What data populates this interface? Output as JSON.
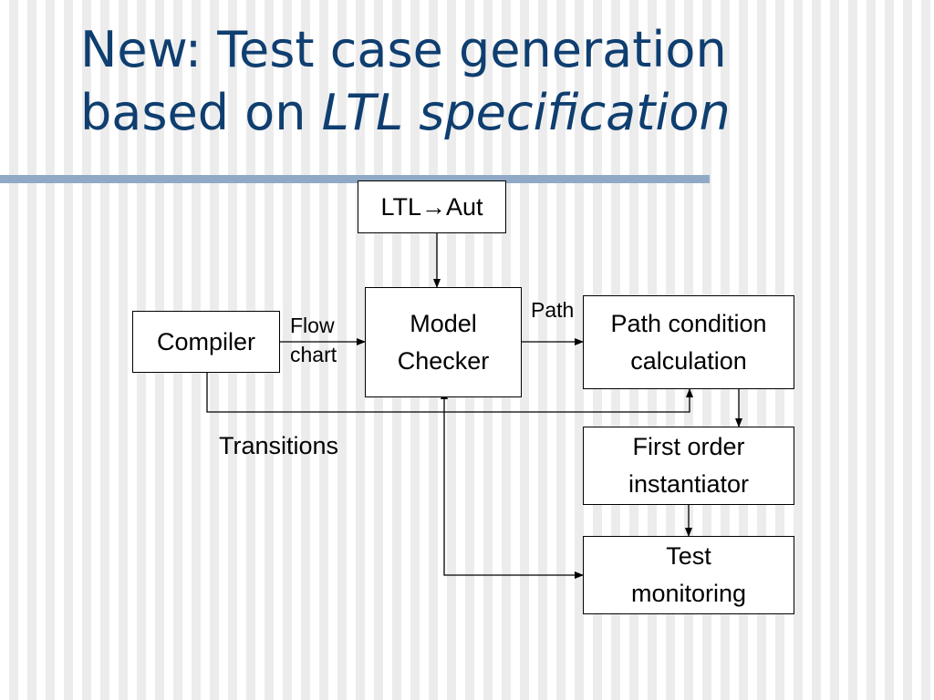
{
  "slide": {
    "title_line1": "New: Test case generation",
    "title_line2_plain": "based on ",
    "title_line2_italic": "LTL specification"
  },
  "diagram": {
    "nodes": {
      "ltl_aut": "LTL→Aut",
      "compiler": "Compiler",
      "model_checker": [
        "Model",
        "Checker"
      ],
      "path_condition": [
        "Path condition",
        "calculation"
      ],
      "first_order": [
        "First order",
        "instantiator"
      ],
      "test_monitoring": [
        "Test",
        "monitoring"
      ]
    },
    "edge_labels": {
      "flow_chart": [
        "Flow",
        "chart"
      ],
      "path": "Path",
      "transitions": "Transitions"
    }
  }
}
